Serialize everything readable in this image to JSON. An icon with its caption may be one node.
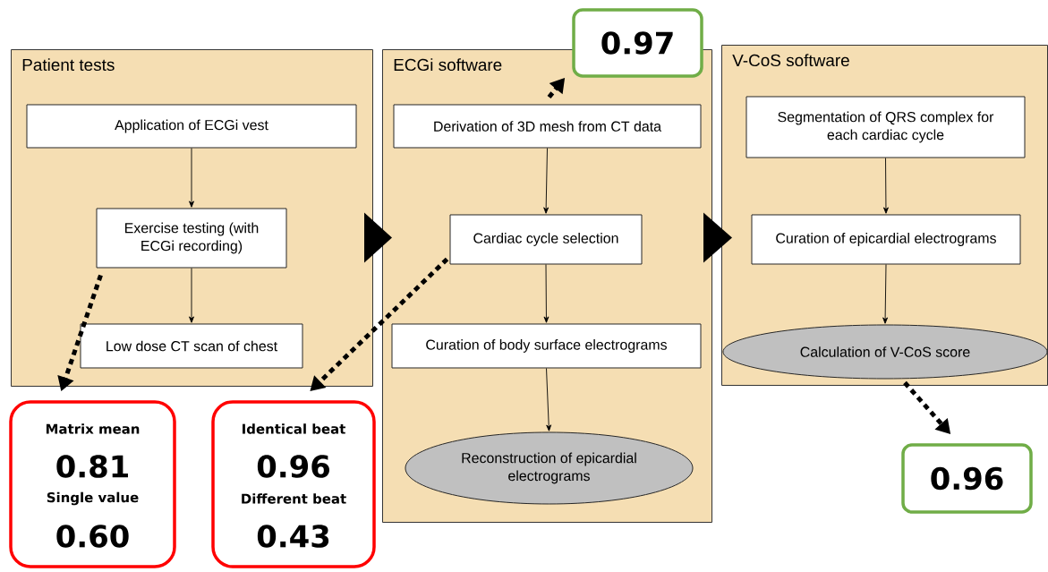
{
  "diagram": {
    "nodes": [
      {
        "text": [
          "Patient tests"
        ]
      },
      {
        "text": [
          "Application of ECGi vest"
        ],
        "in": 0
      },
      {
        "text": [
          "Exercise testing (with ECGi recording)"
        ],
        "in": 0
      },
      {
        "text": [
          "Low dose CT scan of chest"
        ],
        "in": 0
      },
      {
        "text": [
          "ECGi software"
        ]
      },
      {
        "text": [
          "Derivation of 3D mesh from CT data"
        ],
        "in": 4
      },
      {
        "text": [
          "Cardiac cycle selection"
        ],
        "in": 4
      },
      {
        "text": [
          "Curation of body surface electrograms"
        ],
        "in": 4
      },
      {
        "text": [
          "Reconstruction of epicardial electrograms"
        ],
        "in": 4
      },
      {
        "text": [
          "V-CoS software"
        ]
      },
      {
        "text": [
          "Segmentation of QRS complex for each cardiac cycle"
        ],
        "in": 9
      },
      {
        "text": [
          "Curation of epicardial electrograms"
        ],
        "in": 9
      },
      {
        "text": [
          "Calculation of V-CoS score"
        ],
        "in": 9
      },
      {
        "text": [
          "Matrix mean",
          "0.81",
          "Single value",
          "0.60"
        ]
      },
      {
        "text": [
          "Identical beat",
          "0.96",
          "Different beat",
          "0.43"
        ]
      },
      {
        "text": [
          "0.97"
        ]
      },
      {
        "text": [
          "0.96"
        ]
      }
    ],
    "edges": [
      {
        "from": 1,
        "to": 2,
        "arrow": "to"
      },
      {
        "from": 2,
        "to": 3,
        "arrow": "to"
      },
      {
        "from": 5,
        "to": 6,
        "arrow": "to"
      },
      {
        "from": 6,
        "to": 7,
        "arrow": "to"
      },
      {
        "from": 7,
        "to": 8,
        "arrow": "to"
      },
      {
        "from": 10,
        "to": 11,
        "arrow": "to"
      },
      {
        "from": 11,
        "to": 12,
        "arrow": "to"
      },
      {
        "from": 0,
        "to": 4,
        "arrow": "to",
        "style": "thick"
      },
      {
        "from": 4,
        "to": 9,
        "arrow": "to",
        "style": "thick"
      },
      {
        "from": 2,
        "to": 13,
        "arrow": "to",
        "style": "dashed"
      },
      {
        "from": 6,
        "to": 14,
        "arrow": "to",
        "style": "dashed"
      },
      {
        "from": 5,
        "to": 15,
        "arrow": "to",
        "style": "dashed"
      },
      {
        "from": 12,
        "to": 16,
        "arrow": "to",
        "style": "dashed"
      }
    ]
  }
}
